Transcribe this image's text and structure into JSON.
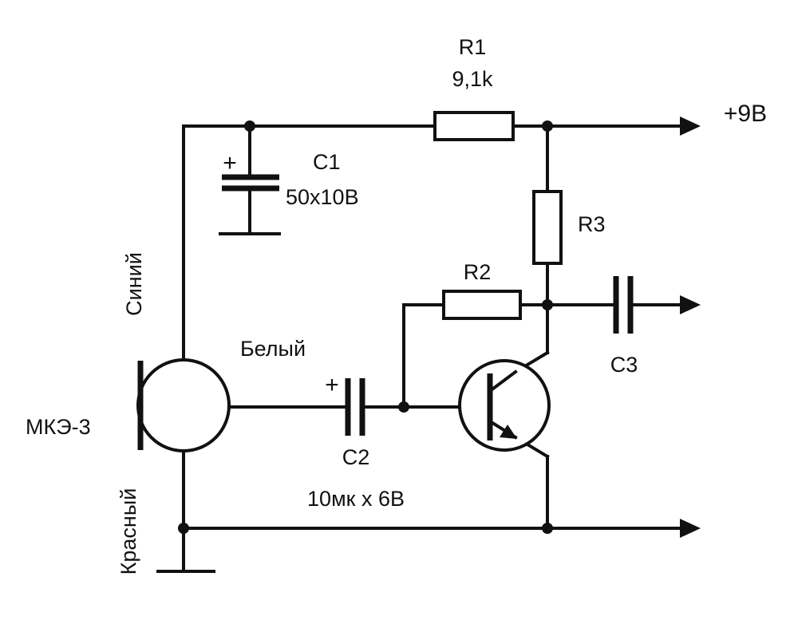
{
  "resistors": {
    "r1": {
      "name": "R1",
      "value": "9,1k"
    },
    "r2": {
      "name": "R2"
    },
    "r3": {
      "name": "R3"
    }
  },
  "capacitors": {
    "c1": {
      "name": "C1",
      "value": "50x10B",
      "polarity": "+"
    },
    "c2": {
      "name": "C2",
      "value": "10мк x 6B",
      "polarity": "+"
    },
    "c3": {
      "name": "C3"
    }
  },
  "supply": {
    "label": "+9B"
  },
  "microphone": {
    "model": "МКЭ-3",
    "wire_top": "Синий",
    "wire_right": "Белый",
    "wire_bottom": "Красный"
  },
  "colors": {
    "ink": "#111111",
    "background": "#ffffff"
  }
}
